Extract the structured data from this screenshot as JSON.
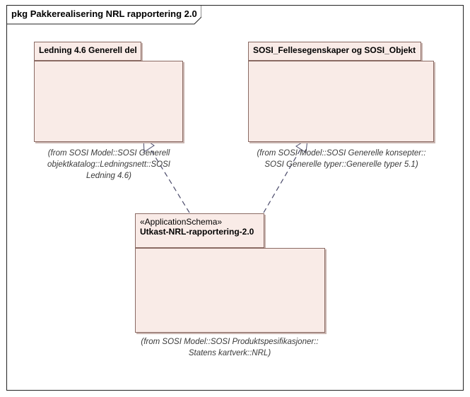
{
  "frame": {
    "title": "pkg Pakkerealisering NRL rapportering 2.0"
  },
  "packages": [
    {
      "name": "Ledning 4.6 Generell del",
      "from_lines": [
        "(from SOSI Model::SOSI Generell",
        "objektkatalog::Ledningsnett::SOSI",
        "Ledning 4.6)"
      ]
    },
    {
      "name": "SOSI_Fellesegenskaper og SOSI_Objekt",
      "from_lines": [
        "(from SOSI Model::SOSI Generelle konsepter::",
        "SOSI Generelle typer::Generelle typer 5.1)"
      ]
    },
    {
      "stereotype": "«ApplicationSchema»",
      "name": "Utkast-NRL-rapportering-2.0",
      "from_lines": [
        "(from SOSI Model::SOSI Produktspesifikasjoner::",
        "Statens kartverk::NRL)"
      ]
    }
  ],
  "colors": {
    "package_fill": "#f9ebe7",
    "package_border": "#8a6a63",
    "link": "#4a4a6a"
  }
}
